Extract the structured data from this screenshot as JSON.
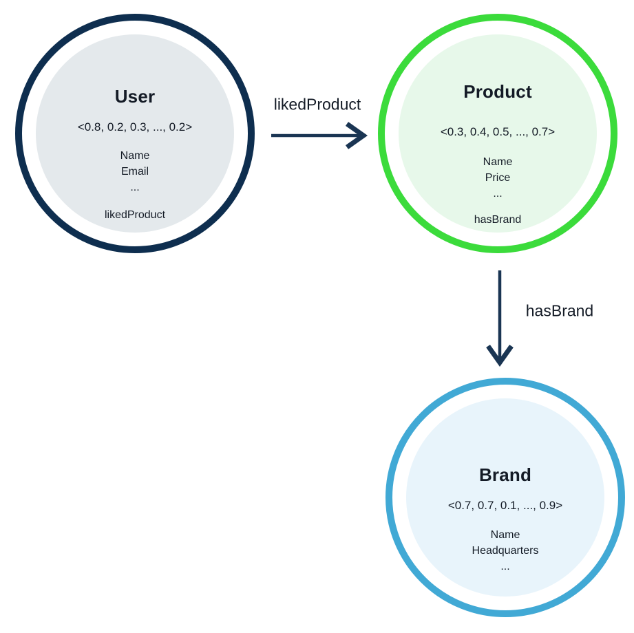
{
  "diagram": {
    "arrow_color": "#1a3553",
    "text_color": "#141b26",
    "nodes": [
      {
        "id": "user",
        "title": "User",
        "vector": "<0.8, 0.2, 0.3, ..., 0.2>",
        "properties": [
          "Name",
          "Email",
          "..."
        ],
        "relationship": "likedProduct",
        "border_color": "#0e2e4f",
        "fill_color": "#e4e9ec"
      },
      {
        "id": "product",
        "title": "Product",
        "vector": "<0.3, 0.4, 0.5, ..., 0.7>",
        "properties": [
          "Name",
          "Price",
          "..."
        ],
        "relationship": "hasBrand",
        "border_color": "#3bdb3b",
        "fill_color": "#e7f8ea"
      },
      {
        "id": "brand",
        "title": "Brand",
        "vector": "<0.7, 0.7, 0.1, ..., 0.9>",
        "properties": [
          "Name",
          "Headquarters",
          "..."
        ],
        "border_color": "#41a9d5",
        "fill_color": "#e8f4fb"
      }
    ],
    "edges": [
      {
        "label": "likedProduct",
        "from": "User",
        "to": "Product",
        "direction": "right"
      },
      {
        "label": "hasBrand",
        "from": "Product",
        "to": "Brand",
        "direction": "down"
      }
    ]
  }
}
